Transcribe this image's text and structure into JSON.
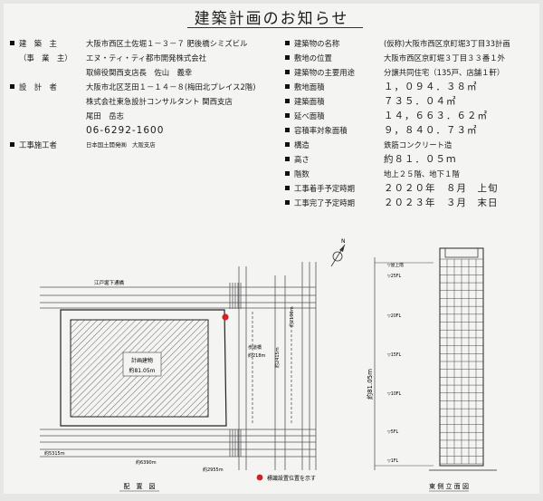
{
  "title": "建築計画のお知らせ",
  "left_rows": [
    {
      "bullet": true,
      "label": "建　築　主",
      "value": "大阪市西区土佐堀１－３－７ 肥後橋シミズビル"
    },
    {
      "bullet": false,
      "label": "（事　業　主）",
      "value": "エヌ・ティ・ティ都市開発株式会社"
    },
    {
      "bullet": false,
      "label": "",
      "value": "取締役関西支店長　佐山　義幸"
    },
    {
      "bullet": true,
      "label": "設　計　者",
      "value": "大阪市北区芝田１－１４－８(梅田北プレイス2階)"
    },
    {
      "bullet": false,
      "label": "",
      "value": "株式会社東急設計コンサルタント 関西支店"
    },
    {
      "bullet": false,
      "label": "",
      "value": "尾田　岳志"
    },
    {
      "bullet": false,
      "label": "",
      "value": "06-6292-1600",
      "style": "big"
    },
    {
      "bullet": true,
      "label": "工事施工者",
      "value": "日本国土開発㈱　大阪支店",
      "style": "small"
    }
  ],
  "right_rows": [
    {
      "label": "建築物の名称",
      "value": "(仮称)大阪市西区京町堀3丁目33計画"
    },
    {
      "label": "敷地の位置",
      "value": "大阪市西区京町堀３丁目３３番１外"
    },
    {
      "label": "建築物の主要用途",
      "value": "分譲共同住宅（135戸、店舗１軒）"
    },
    {
      "label": "敷地面積",
      "value": "１，０９４．３８㎡",
      "style": "big"
    },
    {
      "label": "建築面積",
      "value": "７３５．０４㎡",
      "style": "big"
    },
    {
      "label": "延べ面積",
      "value": "１４，６６３．６２㎡",
      "style": "big"
    },
    {
      "label": "容積率対象面積",
      "value": "９，８４０．７３㎡",
      "style": "big"
    },
    {
      "label": "構造",
      "value": "鉄筋コンクリート造"
    },
    {
      "label": "高さ",
      "value": "約８１．０５ｍ",
      "style": "big"
    },
    {
      "label": "階数",
      "value": "地上２５階、地下１階"
    },
    {
      "label": "工事着手予定時期",
      "value": "２０２０年　８月　上旬",
      "style": "big"
    },
    {
      "label": "工事完了予定時期",
      "value": "２０２３年　３月　末日",
      "style": "big"
    }
  ],
  "site_plan": {
    "street_label": "江戸堀下通橋",
    "building_name": "計画建物",
    "building_height": "約81.05m",
    "crosswalk_label": "歩道橋",
    "dims": [
      "約5315m",
      "約6390m",
      "約2955m",
      "約218m",
      "約2415m",
      "約2190m"
    ],
    "caption": "配　置　図",
    "legend": "標識設置位置を示す"
  },
  "elevation": {
    "floors": [
      "▽屋上階",
      "▽25FL",
      "▽20FL",
      "▽15FL",
      "▽10FL",
      "▽5FL",
      "▽1FL"
    ],
    "height_label": "約81.05m",
    "caption": "東 側 立 面 図"
  },
  "colors": {
    "board": "#f4f5f2",
    "ink": "#1a1a1a",
    "marker": "#d42020"
  }
}
